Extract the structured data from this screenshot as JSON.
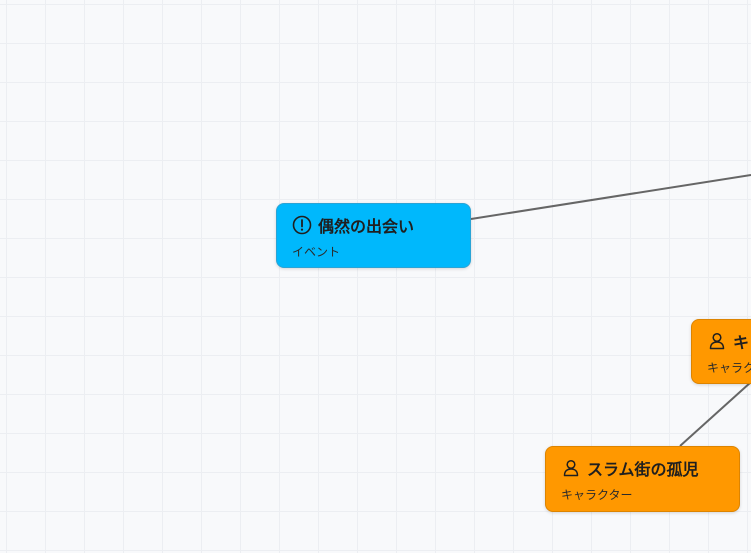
{
  "nodes": [
    {
      "id": "event-encounter",
      "title": "偶然の出会い",
      "type_label": "イベント",
      "icon": "exclamation-circle-icon",
      "color": "#00b8fc"
    },
    {
      "id": "char-partial",
      "title": "キ",
      "type_label": "キャラク",
      "icon": "person-icon",
      "color": "#ff9800"
    },
    {
      "id": "char-orphan",
      "title": "スラム街の孤児",
      "type_label": "キャラクター",
      "icon": "person-icon",
      "color": "#ff9800"
    }
  ],
  "edges": [
    {
      "from": "event-encounter",
      "to": "offscreen"
    },
    {
      "from": "char-partial",
      "to": "char-orphan"
    }
  ],
  "colors": {
    "edge": "#666666",
    "grid": "#eceef2",
    "background": "#f8f9fb"
  }
}
